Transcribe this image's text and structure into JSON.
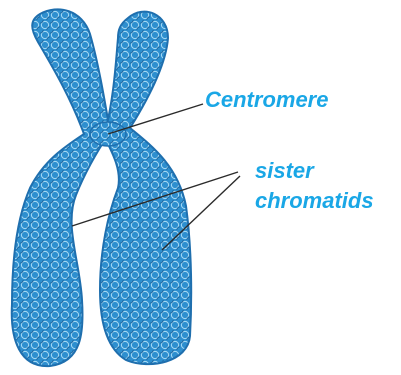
{
  "labels": {
    "centromere": "Centromere",
    "sister_line1": "sister",
    "sister_line2": "chromatids"
  },
  "colors": {
    "label_text": "#1aa7e6",
    "chromosome_fill": "#2e8fcf",
    "chromosome_dark": "#1f6fae",
    "chromosome_light": "#7fc6ee",
    "pointer_line": "#2b2b2b"
  }
}
